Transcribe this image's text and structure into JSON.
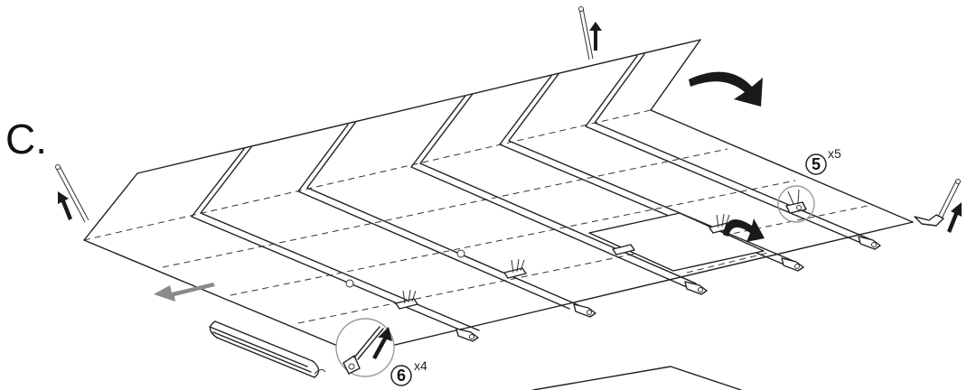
{
  "step_letter": "C.",
  "callouts": [
    {
      "number": "5",
      "quantity": "x5"
    },
    {
      "number": "6",
      "quantity": "x4"
    }
  ],
  "colors": {
    "line": "#222222",
    "arrow_fill": "#1a1a1a",
    "slide_arrow": "#8a8a8a",
    "detail_circle": "#9a9a9a"
  },
  "icons": [
    "pin-icon",
    "pull-arrow-icon",
    "fold-arrow-icon",
    "slide-arrow-icon",
    "rolled-mat-icon",
    "clip-icon"
  ]
}
